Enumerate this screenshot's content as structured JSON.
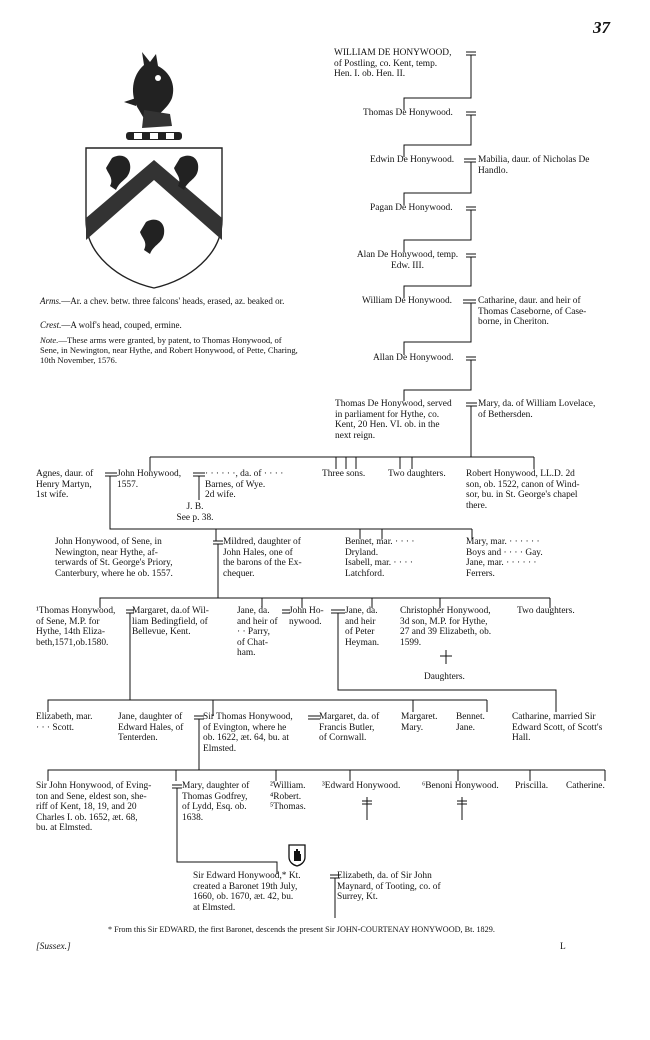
{
  "page_number": "37",
  "arms": {
    "arms_label": "Arms.",
    "arms_text": "—Ar. a chev. betw. three falcons' heads, erased, az. beaked or.",
    "crest_label": "Crest.",
    "crest_text": "—A wolf's head, couped, ermine.",
    "note_label": "Note.",
    "note_text": "—These arms were granted, by patent, to Thomas Honywood, of Sene, in Newington, near Hythe, and Robert Honywood, of Pette, Charing, 10th November, 1576."
  },
  "line": [
    "WILLIAM DE HONYWOOD,\nof Postling, co. Kent, temp.\nHen. I. ob. Hen. II.",
    "Thomas De Honywood.",
    "Edwin De Honywood.",
    "Mabilia, daur. of Nicholas De\nHandlo.",
    "Pagan De Honywood.",
    "Alan De Honywood, temp.\nEdw. III.",
    "William De Honywood.",
    "Catharine, daur. and heir of\nThomas Caseborne, of Case-\nborne, in Cheriton.",
    "Allan De Honywood.",
    "Thomas De Honywood, served\nin parliament for Hythe, co.\nKent, 20 Hen. VI. ob. in the\nnext reign.",
    "Mary, da. of William Lovelace,\nof Bethersden."
  ],
  "gen1": {
    "agnes": "Agnes, daur. of\nHenry Martyn,\n1st wife.",
    "john": "John Honywood,\n1557.",
    "second_wife": "· · · · · ·, da. of · · · ·\nBarnes, of Wye.\n2d wife.",
    "jb": "J. B.\nSee p. 38.",
    "three_sons": "Three sons.",
    "two_daughters": "Two daughters.",
    "robert": "Robert Honywood, LL.D. 2d\nson, ob. 1522, canon of Wind-\nsor, bu. in St. George's chapel\nthere."
  },
  "gen2": {
    "john_sene": "John Honywood, of Sene, in\nNewington, near Hythe, af-\nterwards of St. George's Priory,\nCanterbury, where he ob. 1557.",
    "mildred": "Mildred, daughter of\nJohn Hales, one of\nthe barons of the Ex-\nchequer.",
    "bennet": "Bennet, mar. · · · ·\nDryland.\nIsabell, mar. · · · ·\nLatchford.",
    "mary": "Mary, mar. · · · · · ·\nBoys and · · · · Gay.\nJane, mar. · · · · · ·\nFerrers."
  },
  "gen3": {
    "thomas": "¹Thomas Honywood,\nof Sene, M.P. for\nHythe, 14th Eliza-\nbeth,1571,ob.1580.",
    "margaret": "Margaret, da.of Wil-\nliam Bedingfield, of\nBellevue, Kent.",
    "jane_parry": "Jane, da.\nand heir of\n· · Parry,\nof Chat-\nham.",
    "john_ho": "John Ho-\nnywood.",
    "jane_heyman": "Jane, da.\nand heir\nof Peter\nHeyman.",
    "christopher": "Christopher Honywood,\n3d son, M.P. for Hythe,\n27 and 39 Elizabeth, ob.\n1599.",
    "two_daughters": "Two daughters.",
    "daughters": "Daughters."
  },
  "gen4": {
    "elizabeth": "Elizabeth, mar.\n· · · Scott.",
    "jane_hales": "Jane, daughter of\nEdward Hales, of\nTenterden.",
    "sir_thomas": "Sir Thomas Honywood,\nof Evington, where he\nob. 1622, æt. 64, bu. at\nElmsted.",
    "margaret_butler": "Margaret, da. of\nFrancis Butler,\nof Cornwall.",
    "margaret_mary": "Margaret.\nMary.",
    "bennet_jane": "Bennet.\nJane.",
    "catharine": "Catharine, married Sir\nEdward Scott, of Scott's\nHall."
  },
  "gen5": {
    "sir_john": "Sir John Honywood, of Eving-\nton and Sene, eldest son, she-\nriff of Kent, 18, 19, and 20\nCharles I. ob. 1652, æt. 68,\nbu. at Elmsted.",
    "mary_godfrey": "Mary, daughter of\nThomas Godfrey,\nof Lydd, Esq. ob.\n1638.",
    "brothers": "²William.\n⁴Robert.\n⁵Thomas.",
    "edward": "³Edward Honywood.",
    "benoni": "⁶Benoni Honywood.",
    "priscilla": "Priscilla.",
    "catherine": "Catherine."
  },
  "gen6": {
    "sir_edward": "Sir Edward Honywood,* Kt.\ncreated a Baronet 19th July,\n1660, ob. 1670, æt. 42, bu.\nat Elmsted.",
    "elizabeth_maynard": "Elizabeth, da. of Sir John\nMaynard, of Tooting, co. of\nSurrey, Kt."
  },
  "footnote": "* From this Sir EDWARD, the first Baronet, descends the present Sir JOHN-COURTENAY HONYWOOD, Bt. 1829.",
  "footer_left": "[Sussex.]",
  "footer_right": "L"
}
